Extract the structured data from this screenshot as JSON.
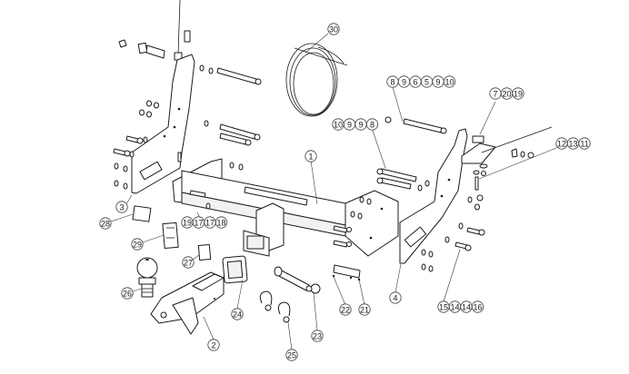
{
  "diagram": {
    "type": "exploded-parts-diagram",
    "subject": "tow hitch receiver assembly",
    "callouts": [
      {
        "id": "c1",
        "labels": [
          "1"
        ],
        "part": "main-receiver-crossbar"
      },
      {
        "id": "c2",
        "labels": [
          "2"
        ],
        "part": "ball-mount-drawbar"
      },
      {
        "id": "c3",
        "labels": [
          "3"
        ],
        "part": "left-side-bracket"
      },
      {
        "id": "c4",
        "labels": [
          "4"
        ],
        "part": "right-side-bracket"
      },
      {
        "id": "c8a",
        "labels": [
          "8",
          "9",
          "6",
          "5",
          "9",
          "10"
        ],
        "part": "long-bolt-set-upper"
      },
      {
        "id": "c8b",
        "labels": [
          "10",
          "9",
          "9",
          "8"
        ],
        "part": "long-bolt-set-middle"
      },
      {
        "id": "c7",
        "labels": [
          "7",
          "20",
          "19"
        ],
        "part": "wiring-clip-set"
      },
      {
        "id": "c12",
        "labels": [
          "12",
          "13",
          "11"
        ],
        "part": "small-bolt-set"
      },
      {
        "id": "c15",
        "labels": [
          "15",
          "14",
          "14",
          "16"
        ],
        "part": "short-bolt-set"
      },
      {
        "id": "c19",
        "labels": [
          "19",
          "17",
          "17",
          "18"
        ],
        "part": "pin-bolt-set"
      },
      {
        "id": "c21",
        "labels": [
          "21"
        ],
        "part": "plate-bracket"
      },
      {
        "id": "c22",
        "labels": [
          "22"
        ],
        "part": "plate-rivets"
      },
      {
        "id": "c23",
        "labels": [
          "23"
        ],
        "part": "hitch-pin-with-clip"
      },
      {
        "id": "c24",
        "labels": [
          "24"
        ],
        "part": "receiver-cover"
      },
      {
        "id": "c25",
        "labels": [
          "25"
        ],
        "part": "d-ring-shackles"
      },
      {
        "id": "c26",
        "labels": [
          "26"
        ],
        "part": "tow-ball"
      },
      {
        "id": "c27",
        "labels": [
          "27"
        ],
        "part": "small-label"
      },
      {
        "id": "c28",
        "labels": [
          "28"
        ],
        "part": "label-plate"
      },
      {
        "id": "c29",
        "labels": [
          "29"
        ],
        "part": "instruction-label"
      },
      {
        "id": "c30",
        "labels": [
          "30"
        ],
        "part": "wiring-harness-coil"
      }
    ]
  }
}
